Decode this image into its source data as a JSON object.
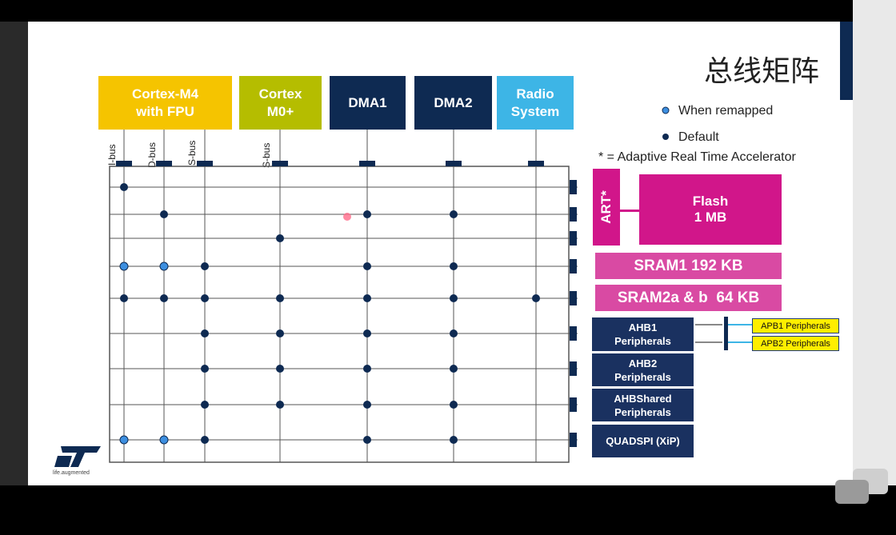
{
  "title": "总线矩阵",
  "masters": {
    "cortex_m4": "Cortex-M4\nwith FPU",
    "cortex_m0": "Cortex\nM0+",
    "dma1": "DMA1",
    "dma2": "DMA2",
    "radio": "Radio\nSystem"
  },
  "bus_labels": {
    "ibus": "I-bus",
    "dbus": "D-bus",
    "sbus_m4": "S-bus",
    "sbus_m0": "S-bus"
  },
  "legend": {
    "remapped": "When remapped",
    "default": "Default",
    "art_note": "* = Adaptive Real Time Accelerator"
  },
  "slaves": {
    "art": "ART*",
    "flash": "Flash\n1 MB",
    "sram1": "SRAM1 192 KB",
    "sram2": "SRAM2a & b  64 KB",
    "ahb1": "AHB1\nPeripherals",
    "ahb2": "AHB2\nPeripherals",
    "ahbshared": "AHBShared\nPeripherals",
    "quadspi": "QUADSPI (XiP)"
  },
  "apb": {
    "apb1": "APB1 Peripherals",
    "apb2": "APB2 Peripherals"
  },
  "logo_tagline": "life.augmented",
  "colors": {
    "m4": "#f5c400",
    "m0": "#b5bd00",
    "dma": "#0e2a52",
    "radio": "#3db5e6",
    "magenta": "#d1168a",
    "pink": "#d94aa3",
    "navy": "#1a3160",
    "dot_default": "#0e2a52",
    "dot_remap": "#3d8fe0"
  },
  "connections": {
    "rows": [
      "flash_ibus",
      "flash_dbus",
      "flash_sbus",
      "sram1",
      "sram2",
      "ahb1",
      "ahb2",
      "ahbshared",
      "quadspi"
    ],
    "columns": [
      "ibus",
      "dbus",
      "sbus_m4",
      "sbus_m0",
      "dma1",
      "dma2",
      "radio"
    ],
    "default": [
      [
        "ibus",
        "flash_ibus"
      ],
      [
        "dbus",
        "flash_dbus"
      ],
      [
        "sbus_m0",
        "flash_sbus"
      ],
      [
        "dma1",
        "flash_dbus"
      ],
      [
        "dma2",
        "flash_dbus"
      ],
      [
        "sbus_m4",
        "sram1"
      ],
      [
        "dma1",
        "sram1"
      ],
      [
        "dma2",
        "sram1"
      ],
      [
        "ibus",
        "sram2"
      ],
      [
        "dbus",
        "sram2"
      ],
      [
        "sbus_m4",
        "sram2"
      ],
      [
        "sbus_m0",
        "sram2"
      ],
      [
        "dma1",
        "sram2"
      ],
      [
        "dma2",
        "sram2"
      ],
      [
        "radio",
        "sram2"
      ],
      [
        "sbus_m4",
        "ahb1"
      ],
      [
        "sbus_m0",
        "ahb1"
      ],
      [
        "dma1",
        "ahb1"
      ],
      [
        "dma2",
        "ahb1"
      ],
      [
        "sbus_m4",
        "ahb2"
      ],
      [
        "sbus_m0",
        "ahb2"
      ],
      [
        "dma1",
        "ahb2"
      ],
      [
        "dma2",
        "ahb2"
      ],
      [
        "sbus_m4",
        "ahbshared"
      ],
      [
        "sbus_m0",
        "ahbshared"
      ],
      [
        "dma1",
        "ahbshared"
      ],
      [
        "dma2",
        "ahbshared"
      ],
      [
        "sbus_m4",
        "quadspi"
      ],
      [
        "dma1",
        "quadspi"
      ],
      [
        "dma2",
        "quadspi"
      ]
    ],
    "remapped": [
      [
        "ibus",
        "sram1"
      ],
      [
        "dbus",
        "sram1"
      ],
      [
        "ibus",
        "quadspi"
      ],
      [
        "dbus",
        "quadspi"
      ]
    ]
  }
}
